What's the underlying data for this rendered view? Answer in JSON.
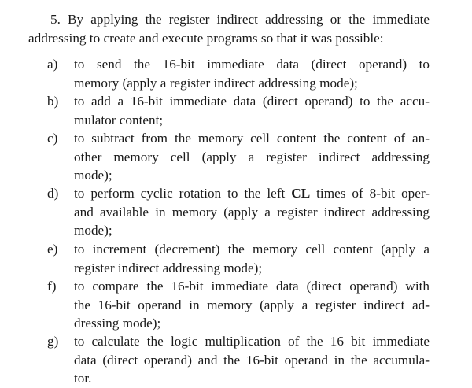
{
  "intro": {
    "lines": [
      "5. By applying the register indirect addressing or the immediate",
      "addressing to create and execute programs so that it was possible:"
    ]
  },
  "items": [
    {
      "marker": "a)",
      "lines": [
        "to send the 16-bit immediate data (direct operand) to",
        "memory (apply a register indirect addressing mode);"
      ]
    },
    {
      "marker": "b)",
      "lines": [
        "to add a 16-bit immediate data (direct operand) to the accu-",
        "mulator content;"
      ]
    },
    {
      "marker": "c)",
      "lines": [
        "to subtract from the memory cell content the content of an-",
        "other memory cell (apply a register indirect addressing",
        "mode);"
      ]
    },
    {
      "marker": "d)",
      "lines_pre": "to perform cyclic rotation to the left ",
      "lines_bold": "CL",
      "lines_post": " times of 8-bit oper-",
      "lines": [
        "and available in memory (apply a register indirect addressing",
        "mode);"
      ]
    },
    {
      "marker": "e)",
      "lines": [
        "to increment (decrement) the memory cell content (apply a",
        "register indirect addressing mode);"
      ]
    },
    {
      "marker": "f)",
      "lines": [
        "to compare the 16-bit immediate data (direct operand) with",
        "the 16-bit operand in memory (apply a register indirect ad-",
        "dressing mode);"
      ]
    },
    {
      "marker": "g)",
      "lines": [
        "to calculate the logic multiplication of the 16 bit immediate",
        "data (direct operand) and the 16-bit operand in the accumula-",
        "tor."
      ]
    }
  ]
}
